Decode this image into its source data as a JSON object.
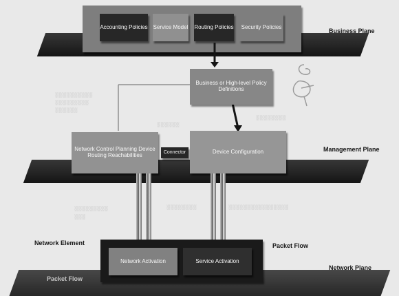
{
  "planes": {
    "business": "Business Plane",
    "management": "Management Plane",
    "network": "Network Plane"
  },
  "business_boxes": {
    "accounting": "Accounting Policies",
    "service_model": "Service Model",
    "routing": "Routing Policies",
    "security": "Security Policies"
  },
  "management_boxes": {
    "business_goals": "Business or High-level Policy Definitions",
    "network_control": "Network Control Planning Device Routing Reachabilities",
    "device_config": "Device Configuration"
  },
  "network_boxes": {
    "network_activation": "Network Activation",
    "service_activation": "Service Activation"
  },
  "labels": {
    "network_element": "Network Element",
    "packet_flow_right": "Packet Flow",
    "packet_flow_left": "Packet Flow",
    "connector": "Connector"
  },
  "colors": {
    "accent_tan": "#b88a60",
    "accent_orange": "#c98a55",
    "dark_box": "#2b2b2b"
  }
}
